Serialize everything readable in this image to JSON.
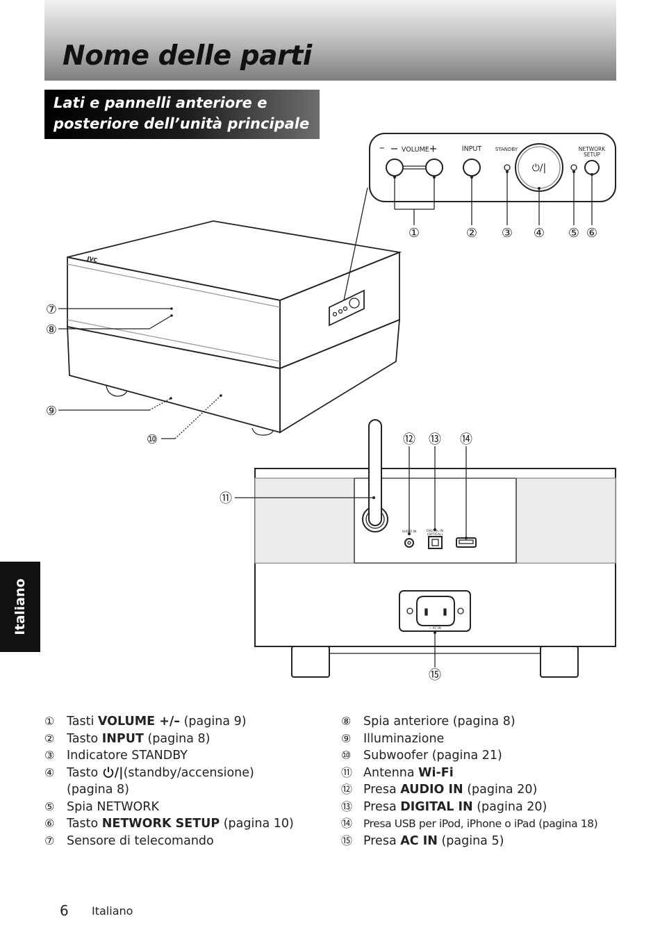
{
  "header": {
    "title": "Nome delle parti"
  },
  "section": {
    "title": "Lati e pannelli anteriore e posteriore dell’unità principale"
  },
  "side_tab": {
    "label": "Italiano"
  },
  "figure": {
    "panel": {
      "volume_label": "VOLUME",
      "minus": "–",
      "plus": "+",
      "input_label": "INPUT",
      "standby_label": "STANDBY",
      "power_symbol": "⏻/|",
      "network_label_1": "NETWORK",
      "network_label_2": "SETUP"
    },
    "brand": "JVC",
    "rear": {
      "audio_in": "AUDIO IN",
      "digital_in_1": "DIGITAL IN",
      "digital_in_2": "(OPTICAL)",
      "ac_in": "~ AC IN"
    },
    "callouts": {
      "c1": "①",
      "c2": "②",
      "c3": "③",
      "c4": "④",
      "c5": "⑤",
      "c6": "⑥",
      "c7": "⑦",
      "c8": "⑧",
      "c9": "⑨",
      "c10": "⑩",
      "c11": "⑪",
      "c12": "⑫",
      "c13": "⑬",
      "c14": "⑭",
      "c15": "⑮"
    }
  },
  "legend": {
    "i1": {
      "num": "①",
      "pre": "Tasti ",
      "bold": "VOLUME +/–",
      "post": " (pagina 9)"
    },
    "i2": {
      "num": "②",
      "pre": "Tasto ",
      "bold": "INPUT",
      "post": " (pagina 8)"
    },
    "i3": {
      "num": "③",
      "text": "Indicatore STANDBY"
    },
    "i4": {
      "num": "④",
      "pre": "Tasto ",
      "bold": "/|",
      "post": "(standby/accensione)",
      "line2": "(pagina 8)",
      "icon": "power-icon"
    },
    "i5": {
      "num": "⑤",
      "text": "Spia NETWORK"
    },
    "i6": {
      "num": "⑥",
      "pre": "Tasto ",
      "bold": "NETWORK SETUP",
      "post": " (pagina 10)"
    },
    "i7": {
      "num": "⑦",
      "text": "Sensore di telecomando"
    },
    "i8": {
      "num": "⑧",
      "text": "Spia anteriore (pagina 8)"
    },
    "i9": {
      "num": "⑨",
      "text": "Illuminazione"
    },
    "i10": {
      "num": "⑩",
      "text": "Subwoofer (pagina 21)"
    },
    "i11": {
      "num": "⑪",
      "pre": "Antenna ",
      "bold": "Wi-Fi",
      "post": ""
    },
    "i12": {
      "num": "⑫",
      "pre": "Presa ",
      "bold": "AUDIO IN",
      "post": " (pagina 20)"
    },
    "i13": {
      "num": "⑬",
      "pre": "Presa ",
      "bold": "DIGITAL IN",
      "post": " (pagina 20)"
    },
    "i14": {
      "num": "⑭",
      "text": "Presa USB per iPod, iPhone o iPad (pagina 18)"
    },
    "i15": {
      "num": "⑮",
      "pre": "Presa ",
      "bold": "AC IN",
      "post": " (pagina 5)"
    }
  },
  "footer": {
    "page_number": "6",
    "language": "Italiano"
  }
}
